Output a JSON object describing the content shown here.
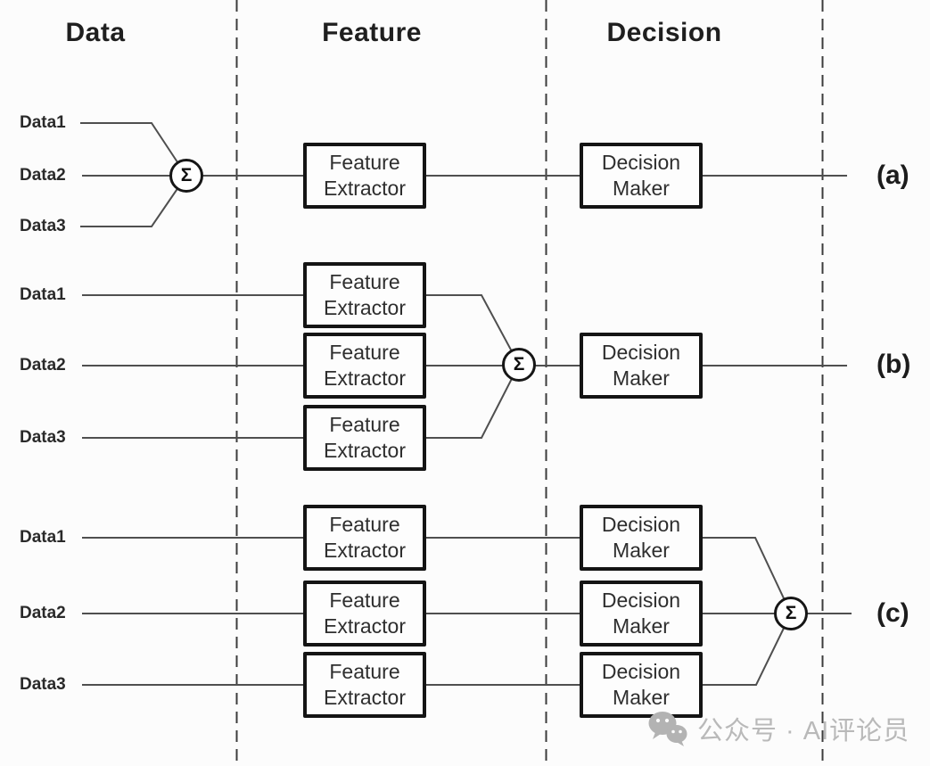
{
  "headers": {
    "data": "Data",
    "feature": "Feature",
    "decision": "Decision"
  },
  "sigma_symbol": "Σ",
  "box_labels": {
    "feature_extractor": "Feature\nExtractor",
    "decision_maker": "Decision\nMaker"
  },
  "rows": {
    "a": {
      "label": "(a)",
      "inputs": [
        "Data1",
        "Data2",
        "Data3"
      ]
    },
    "b": {
      "label": "(b)",
      "inputs": [
        "Data1",
        "Data2",
        "Data3"
      ]
    },
    "c": {
      "label": "(c)",
      "inputs": [
        "Data1",
        "Data2",
        "Data3"
      ]
    }
  },
  "watermark": {
    "icon": "wechat-icon",
    "text": "公众号 · AI评论员"
  },
  "colors": {
    "solid_line": "#4f4f4f",
    "dashed_line": "#3c3c3c",
    "box_border": "#141414",
    "watermark_gray": "#b9b9b9"
  }
}
